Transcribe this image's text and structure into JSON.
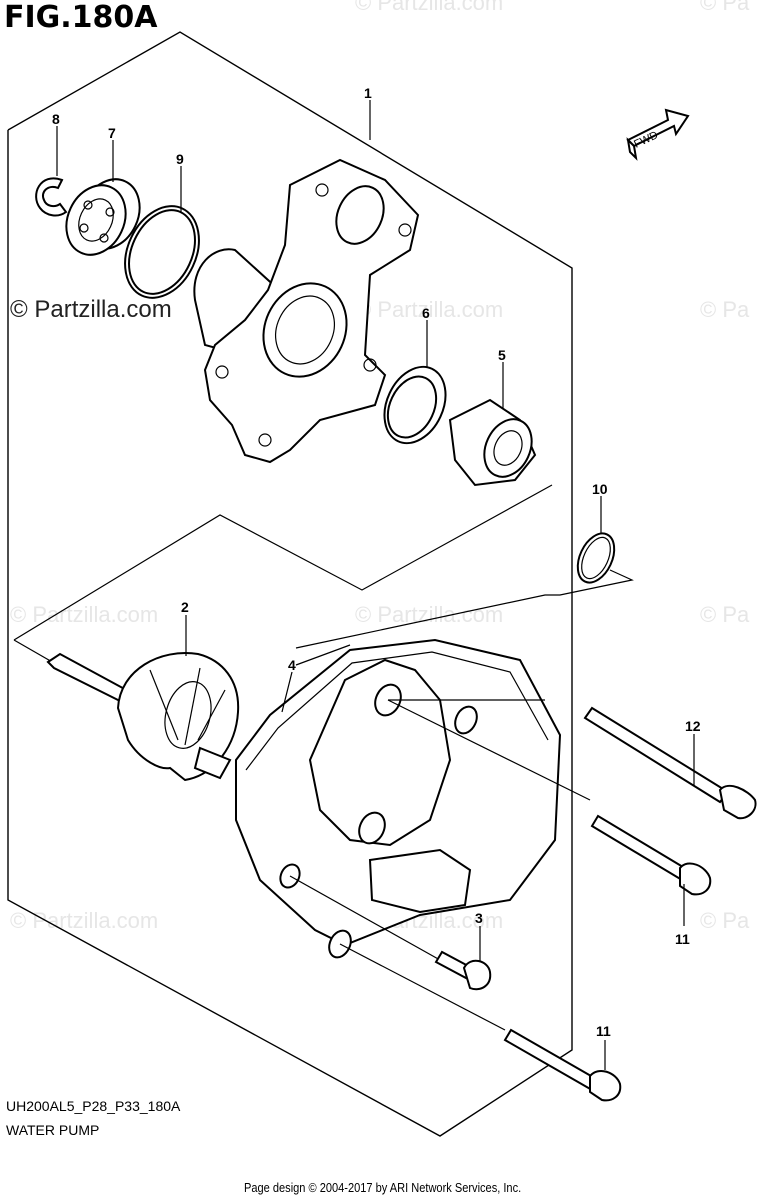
{
  "figure": {
    "title": "FIG.180A",
    "model_code": "UH200AL5_P28_P33_180A",
    "name": "WATER PUMP",
    "credit": "Page design © 2004-2017 by ARI Network Services, Inc.",
    "fwd_label": "FWD"
  },
  "watermark": {
    "text": "© Partzilla.com",
    "short": "© Pa"
  },
  "callouts": {
    "c1": "1",
    "c2": "2",
    "c3": "3",
    "c4": "4",
    "c5": "5",
    "c6": "6",
    "c7": "7",
    "c8": "8",
    "c9": "9",
    "c10": "10",
    "c11a": "11",
    "c11b": "11",
    "c12": "12"
  }
}
